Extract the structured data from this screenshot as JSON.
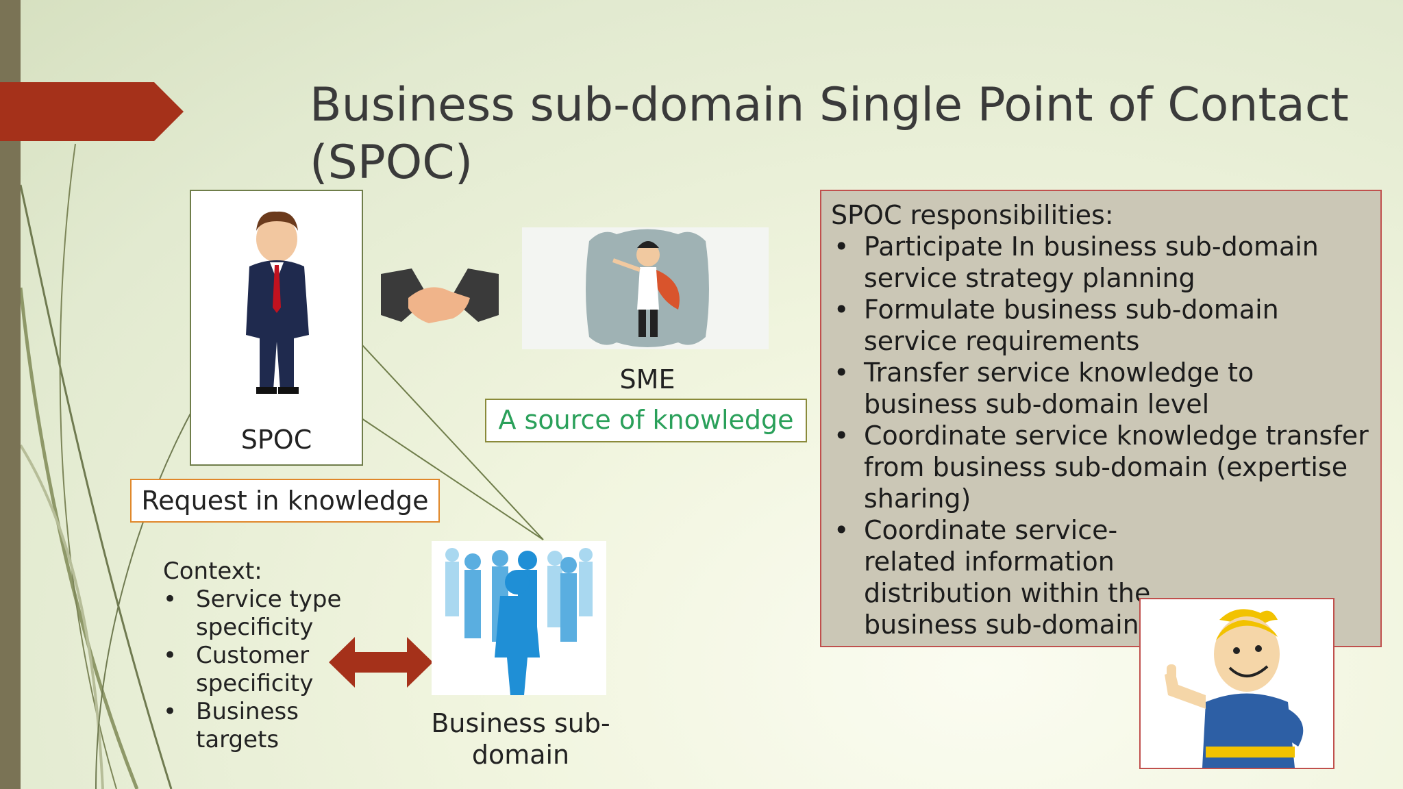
{
  "slide": {
    "title": "Business sub-domain Single Point of Contact (SPOC)"
  },
  "diagram": {
    "spoc_label": "SPOC",
    "sme_label": "SME",
    "knowledge_source": "A source of knowledge",
    "request": "Request in knowledge",
    "business_label": "Business sub-domain",
    "context": {
      "heading": "Context:",
      "items": [
        "Service type specificity",
        "Customer specificity",
        "Business targets"
      ]
    }
  },
  "responsibilities": {
    "heading": "SPOC responsibilities:",
    "items": [
      "Participate In business sub-domain service strategy planning",
      "Formulate business sub-domain service requirements",
      "Transfer service knowledge to business sub-domain level",
      "Coordinate service knowledge transfer from business sub-domain (expertise sharing)",
      "Coordinate service-related information distribution within the business sub-domain"
    ]
  },
  "colors": {
    "accent_arrow": "#a5311a",
    "frame_green": "#6f7d4a",
    "knowledge_text": "#2aa05a",
    "resp_border": "#c0504d",
    "resp_fill": "#cbc7b6"
  },
  "icons": [
    "businessman-icon",
    "handshake-icon",
    "superhero-sme-icon",
    "crowd-icon",
    "double-arrow-icon",
    "thumbs-up-boy-icon"
  ]
}
